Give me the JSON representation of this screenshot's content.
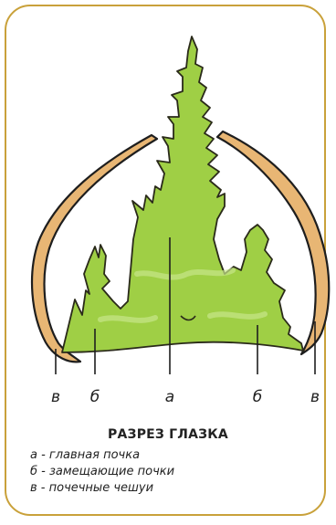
{
  "diagram": {
    "title": "РАЗРЕЗ ГЛАЗКА",
    "labels": {
      "left_scale": "в",
      "left_bud": "б",
      "main_bud": "а",
      "right_bud": "б",
      "right_scale": "в"
    },
    "legend": [
      "а - главная почка",
      "б - замещающие почки",
      "в - почечные чешуи"
    ],
    "colors": {
      "border": "#c9a13a",
      "bud_fill": "#9fcf45",
      "bud_stroke": "#2a2a1a",
      "scale_fill": "#e8b674",
      "scale_stroke": "#1e1e1e"
    }
  }
}
